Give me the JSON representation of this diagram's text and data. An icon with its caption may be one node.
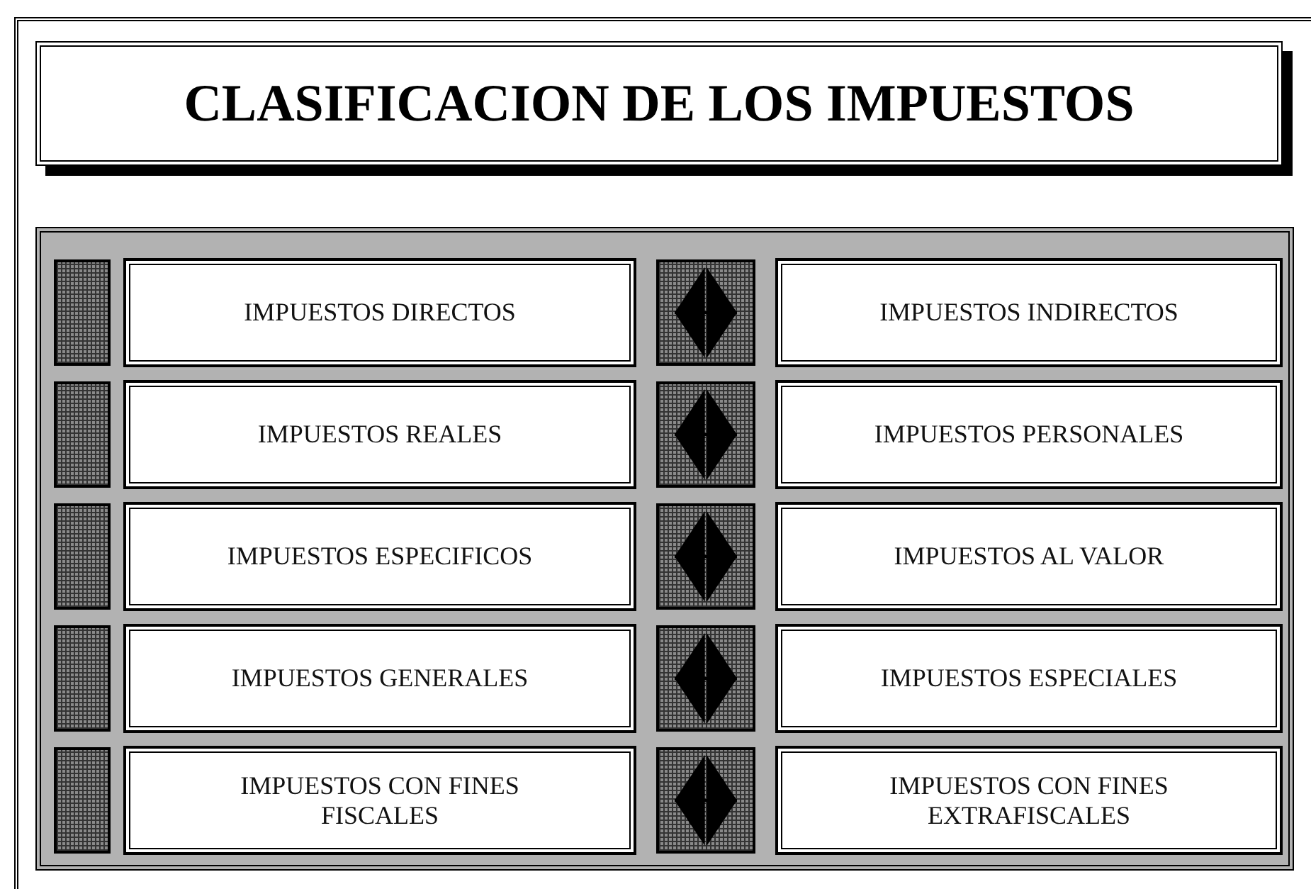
{
  "diagram": {
    "title": "CLASIFICACION DE LOS IMPUESTOS",
    "nodes": [
      {
        "text": [],
        "shape": "box"
      },
      {
        "text": [],
        "shape": "box",
        "in": 0
      },
      {
        "text": [
          "IMPUESTOS DIRECTOS"
        ],
        "in": 0
      },
      {
        "text": [
          "IMPUESTOS INDIRECTOS"
        ],
        "in": 0
      },
      {
        "text": [],
        "shape": "box",
        "in": 0
      },
      {
        "text": [
          "IMPUESTOS REALES"
        ],
        "in": 0
      },
      {
        "text": [
          "IMPUESTOS PERSONALES"
        ],
        "in": 0
      },
      {
        "text": [],
        "shape": "box",
        "in": 0
      },
      {
        "text": [
          "IMPUESTOS ESPECIFICOS"
        ],
        "in": 0
      },
      {
        "text": [
          "IMPUESTOS AL VALOR"
        ],
        "in": 0
      },
      {
        "text": [],
        "shape": "box",
        "in": 0
      },
      {
        "text": [
          "IMPUESTOS GENERALES"
        ],
        "in": 0
      },
      {
        "text": [
          "IMPUESTOS ESPECIALES"
        ],
        "in": 0
      },
      {
        "text": [],
        "shape": "box",
        "in": 0
      },
      {
        "text": [
          "IMPUESTOS CON FINES FISCALES"
        ],
        "in": 0
      },
      {
        "text": [
          "IMPUESTOS CON FINES EXTRAFISCALES"
        ],
        "in": 0
      }
    ],
    "edges": [
      {
        "from": 2,
        "to": 3,
        "arrow": "both"
      },
      {
        "from": 5,
        "to": 6,
        "arrow": "both"
      },
      {
        "from": 8,
        "to": 9,
        "arrow": "both"
      },
      {
        "from": 11,
        "to": 12,
        "arrow": "both"
      },
      {
        "from": 14,
        "to": 15,
        "arrow": "both"
      }
    ]
  }
}
